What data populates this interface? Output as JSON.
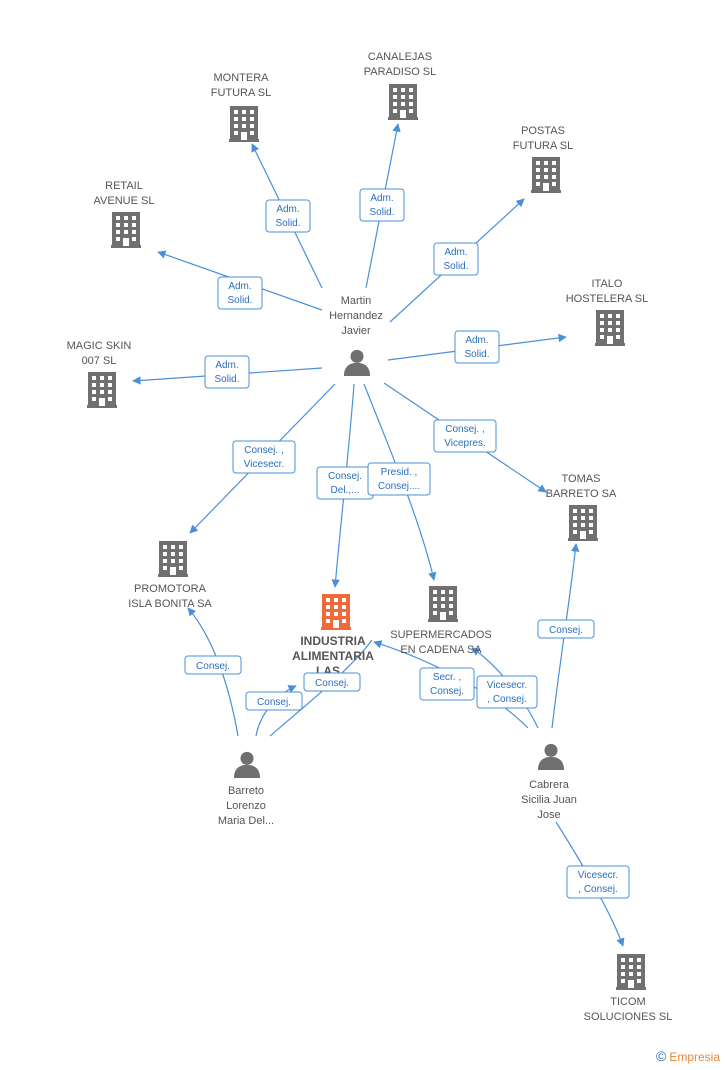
{
  "colors": {
    "edge": "#4a90d9",
    "company": "#707070",
    "main_company": "#f0693a",
    "person": "#707070",
    "role_text": "#2a6fbf"
  },
  "companies": [
    {
      "id": "montera",
      "lines": [
        "MONTERA",
        "FUTURA SL"
      ]
    },
    {
      "id": "canalejas",
      "lines": [
        "CANALEJAS",
        "PARADISO SL"
      ]
    },
    {
      "id": "postas",
      "lines": [
        "POSTAS",
        "FUTURA  SL"
      ]
    },
    {
      "id": "retail",
      "lines": [
        "RETAIL",
        "AVENUE  SL"
      ]
    },
    {
      "id": "italo",
      "lines": [
        "ITALO",
        "HOSTELERA SL"
      ]
    },
    {
      "id": "magic",
      "lines": [
        "MAGIC SKIN",
        "007 SL"
      ]
    },
    {
      "id": "tomas",
      "lines": [
        "TOMAS",
        "BARRETO SA"
      ]
    },
    {
      "id": "promotora",
      "lines": [
        "PROMOTORA",
        "ISLA BONITA SA"
      ]
    },
    {
      "id": "industria",
      "lines": [
        "INDUSTRIA",
        "ALIMENTARIA",
        "LAS..."
      ],
      "main": true
    },
    {
      "id": "supermercados",
      "lines": [
        "SUPERMERCADOS",
        "EN CADENA SA"
      ]
    },
    {
      "id": "ticom",
      "lines": [
        "TICOM",
        "SOLUCIONES SL"
      ]
    }
  ],
  "persons": [
    {
      "id": "martin",
      "lines": [
        "Martin",
        "Hernandez",
        "Javier"
      ]
    },
    {
      "id": "barreto",
      "lines": [
        "Barreto",
        "Lorenzo",
        "Maria Del..."
      ]
    },
    {
      "id": "cabrera",
      "lines": [
        "Cabrera",
        "Sicilia Juan",
        "Jose"
      ]
    }
  ],
  "relations": [
    {
      "id": "r-montera",
      "lines": [
        "Adm.",
        "Solid."
      ]
    },
    {
      "id": "r-canalejas",
      "lines": [
        "Adm.",
        "Solid."
      ]
    },
    {
      "id": "r-postas",
      "lines": [
        "Adm.",
        "Solid."
      ]
    },
    {
      "id": "r-retail",
      "lines": [
        "Adm.",
        "Solid."
      ]
    },
    {
      "id": "r-italo",
      "lines": [
        "Adm.",
        "Solid."
      ]
    },
    {
      "id": "r-magic",
      "lines": [
        "Adm.",
        "Solid."
      ]
    },
    {
      "id": "r-tomas-m",
      "lines": [
        "Consej. ,",
        "Vicepres."
      ]
    },
    {
      "id": "r-promotora-m",
      "lines": [
        "Consej. ,",
        "Vicesecr."
      ]
    },
    {
      "id": "r-industria-m",
      "lines": [
        "Consej.",
        "Del.,..."
      ]
    },
    {
      "id": "r-super-m",
      "lines": [
        "Presid. ,",
        "Consej...."
      ]
    },
    {
      "id": "r-promotora-b",
      "lines": [
        "Consej."
      ]
    },
    {
      "id": "r-industria-b1",
      "lines": [
        "Consej."
      ]
    },
    {
      "id": "r-industria-b2",
      "lines": [
        "Consej."
      ]
    },
    {
      "id": "r-industria-c",
      "lines": [
        "Secr. ,",
        "Consej."
      ]
    },
    {
      "id": "r-super-c",
      "lines": [
        "Vicesecr.",
        ", Consej."
      ]
    },
    {
      "id": "r-tomas-c",
      "lines": [
        "Consej."
      ]
    },
    {
      "id": "r-ticom-c",
      "lines": [
        "Vicesecr.",
        ", Consej."
      ]
    }
  ],
  "brand": {
    "symbol": "©",
    "name": "Empresia"
  }
}
